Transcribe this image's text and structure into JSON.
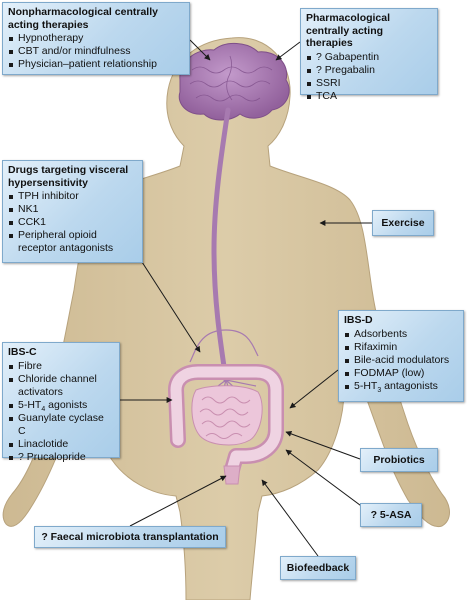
{
  "boxes": {
    "nonpharm": {
      "title": "Nonpharmacological centrally acting therapies",
      "items": [
        "Hypnotherapy",
        "CBT and/or mindfulness",
        "Physician–patient relationship"
      ]
    },
    "pharm": {
      "title": "Pharmacological centrally acting therapies",
      "items": [
        "? Gabapentin",
        "? Pregabalin",
        "SSRI",
        "TCA"
      ]
    },
    "visceral": {
      "title": "Drugs targeting visceral hypersensitivity",
      "items": [
        "TPH inhibitor",
        "NK1",
        "CCK1",
        "Peripheral opioid receptor antagonists"
      ]
    },
    "exercise": {
      "label": "Exercise"
    },
    "ibsd": {
      "title": "IBS-D",
      "items": [
        "Adsorbents",
        "Rifaximin",
        "Bile-acid modulators",
        "FODMAP (low)"
      ],
      "ht3_prefix": "5-HT",
      "ht3_sub": "3",
      "ht3_suffix": " antagonists"
    },
    "ibsc": {
      "title": "IBS-C",
      "items_before": [
        "Fibre",
        "Chloride channel activators"
      ],
      "ht4_prefix": "5-HT",
      "ht4_sub": "4",
      "ht4_suffix": " agonists",
      "items_after": [
        "Guanylate cyclase C",
        "Linaclotide",
        "? Prucalopride"
      ]
    },
    "probiotics": {
      "label": "Probiotics"
    },
    "asa": {
      "label": "? 5-ASA"
    },
    "fmt": {
      "label": "? Faecal microbiota transplantation"
    },
    "biofeedback": {
      "label": "Biofeedback"
    }
  },
  "colors": {
    "skin": "#d9c7a4",
    "skin_outline": "#b7a27c",
    "brain": "#a77ab0",
    "gut": "#e6bfd4",
    "box_fill": "#bcd8ee",
    "box_border": "#7fa9cb"
  }
}
